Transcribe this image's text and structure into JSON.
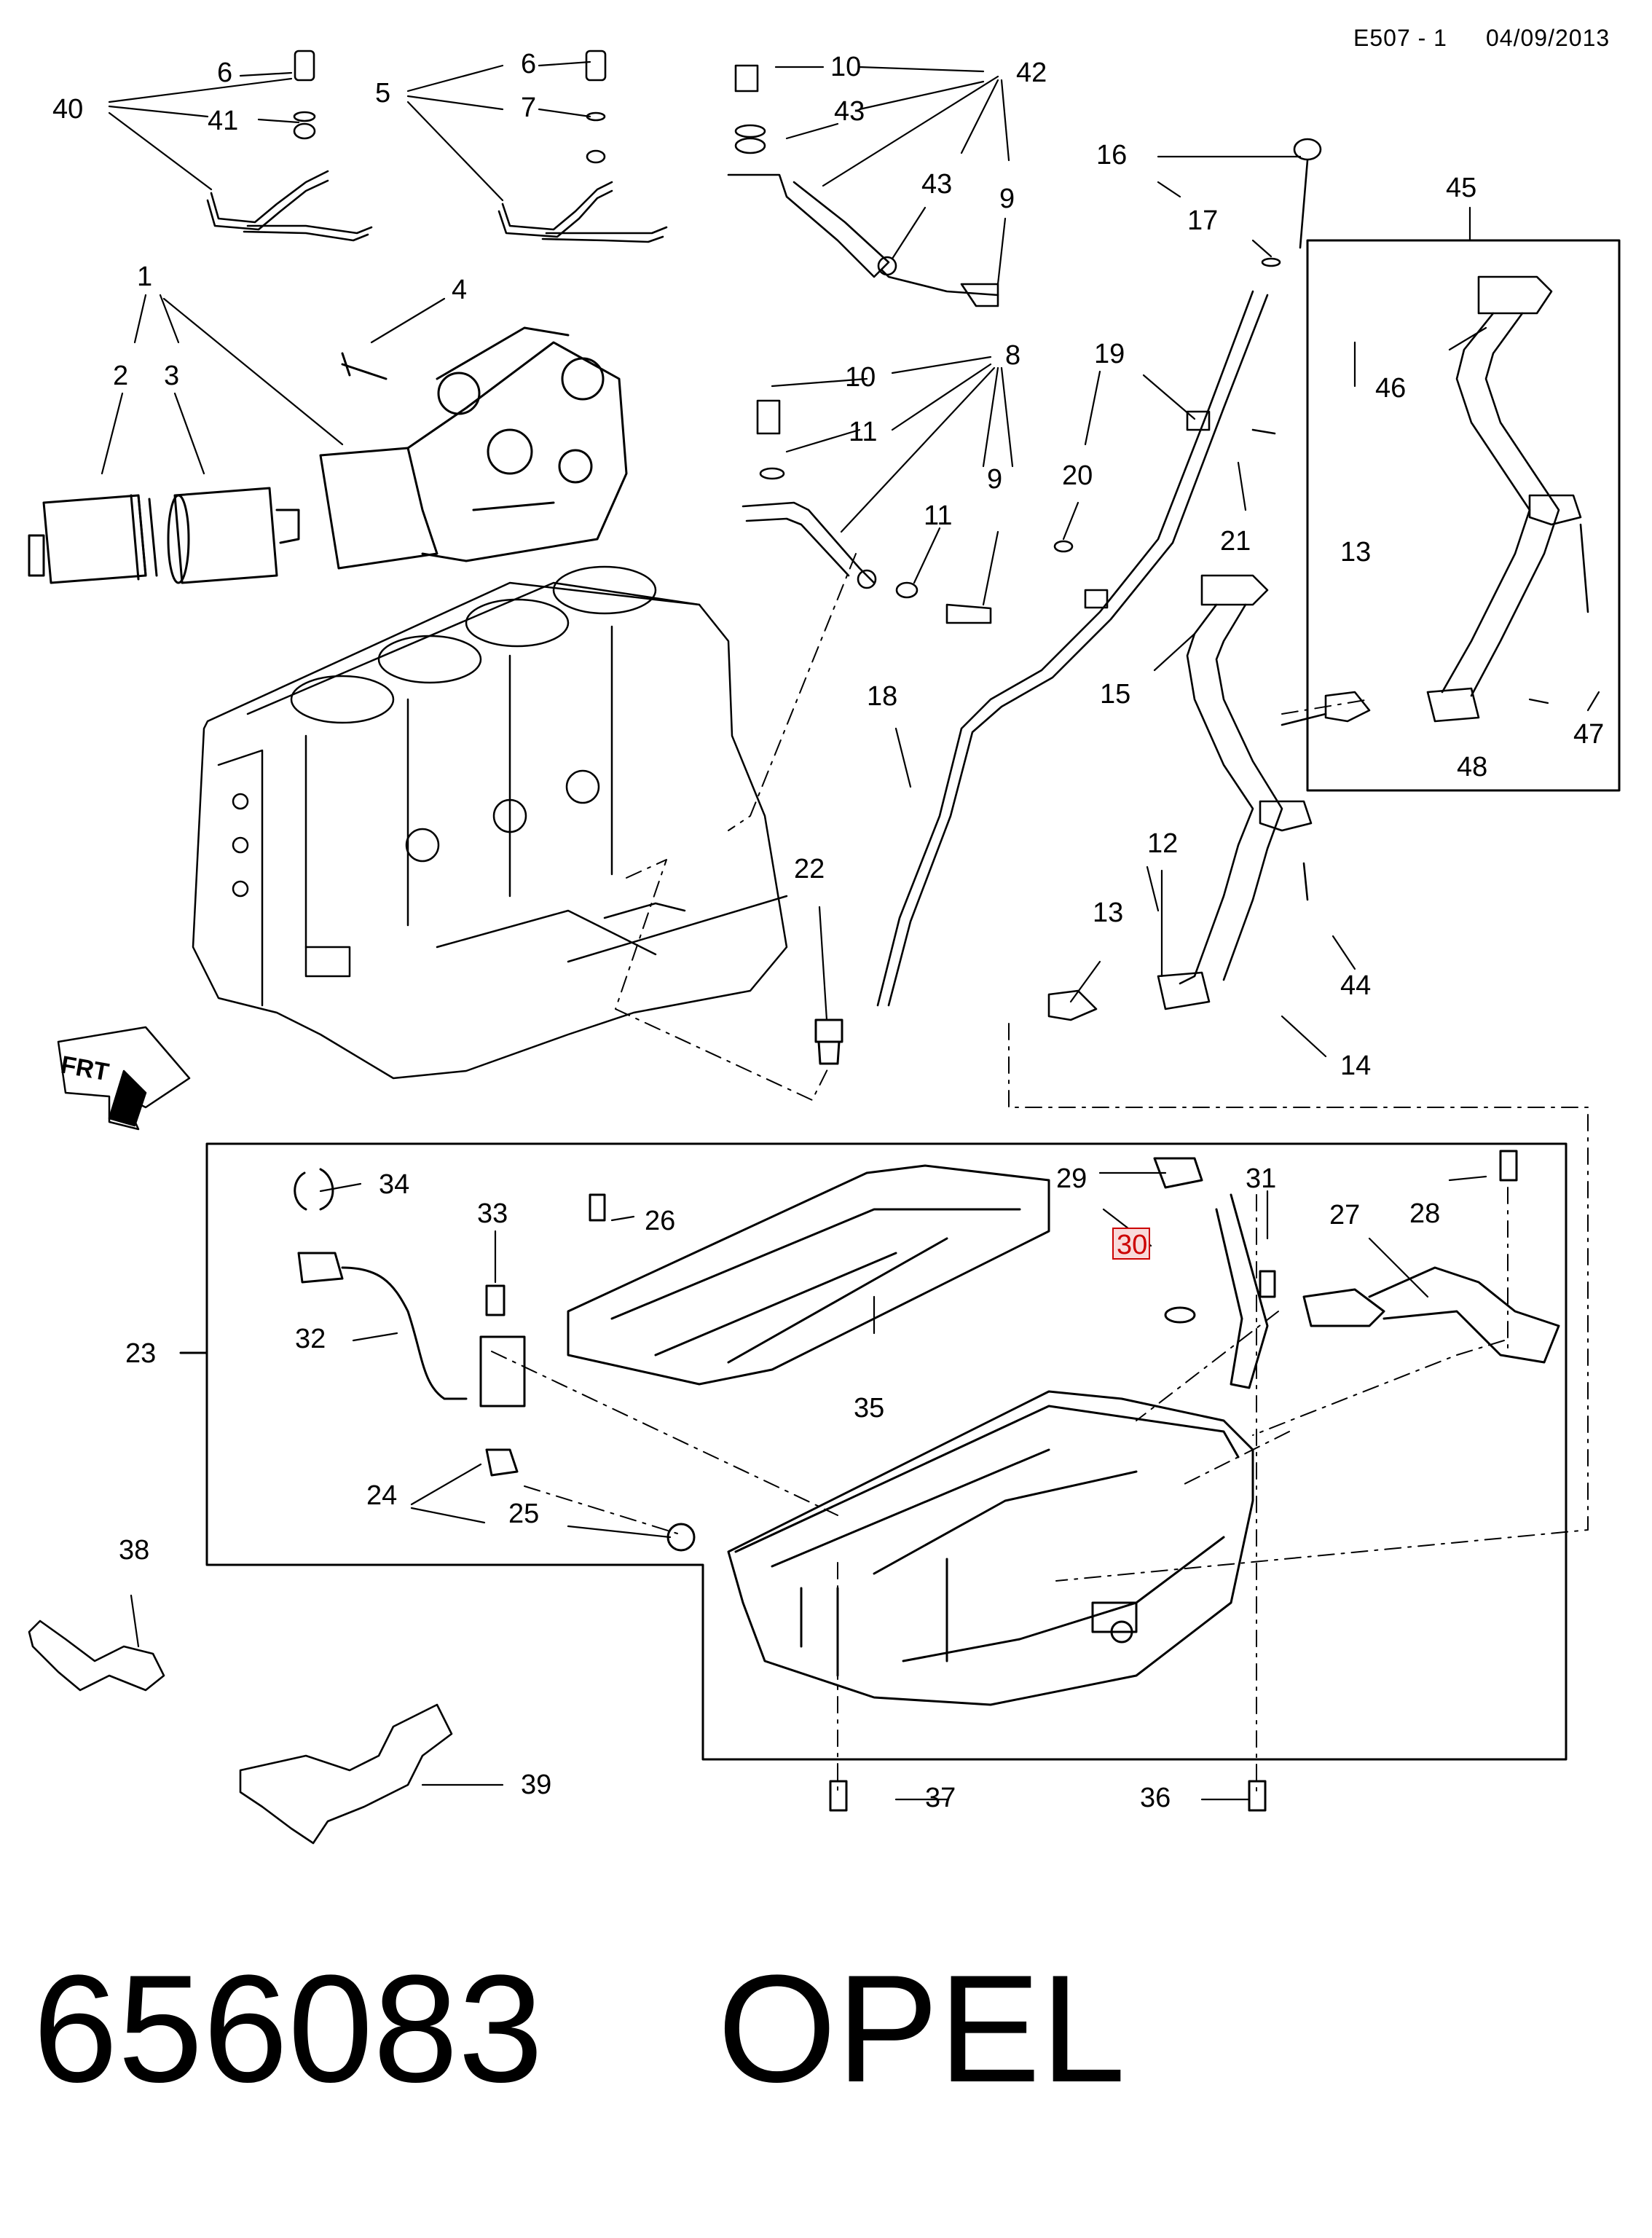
{
  "header": {
    "diagram_code": "E507 - 1",
    "date": "04/09/2013"
  },
  "footer": {
    "part_number": "656083",
    "brand": "OPEL"
  },
  "front_marker": "FRT",
  "highlight_color": "#cc0000",
  "callouts": {
    "c1": "1",
    "c2": "2",
    "c3": "3",
    "c4": "4",
    "c5": "5",
    "c6a": "6",
    "c6b": "6",
    "c7": "7",
    "c8": "8",
    "c9a": "9",
    "c9b": "9",
    "c10a": "10",
    "c10b": "10",
    "c11a": "11",
    "c11b": "11",
    "c12": "12",
    "c13a": "13",
    "c13b": "13",
    "c14": "14",
    "c15": "15",
    "c16": "16",
    "c17": "17",
    "c18": "18",
    "c19": "19",
    "c20": "20",
    "c21": "21",
    "c22": "22",
    "c23": "23",
    "c24": "24",
    "c25": "25",
    "c26": "26",
    "c27": "27",
    "c28": "28",
    "c29": "29",
    "c30": "30",
    "c31": "31",
    "c32": "32",
    "c33": "33",
    "c34": "34",
    "c35": "35",
    "c36": "36",
    "c37": "37",
    "c38": "38",
    "c39": "39",
    "c40": "40",
    "c41": "41",
    "c42": "42",
    "c43a": "43",
    "c43b": "43",
    "c44": "44",
    "c45": "45",
    "c46": "46",
    "c47": "47",
    "c48": "48"
  }
}
